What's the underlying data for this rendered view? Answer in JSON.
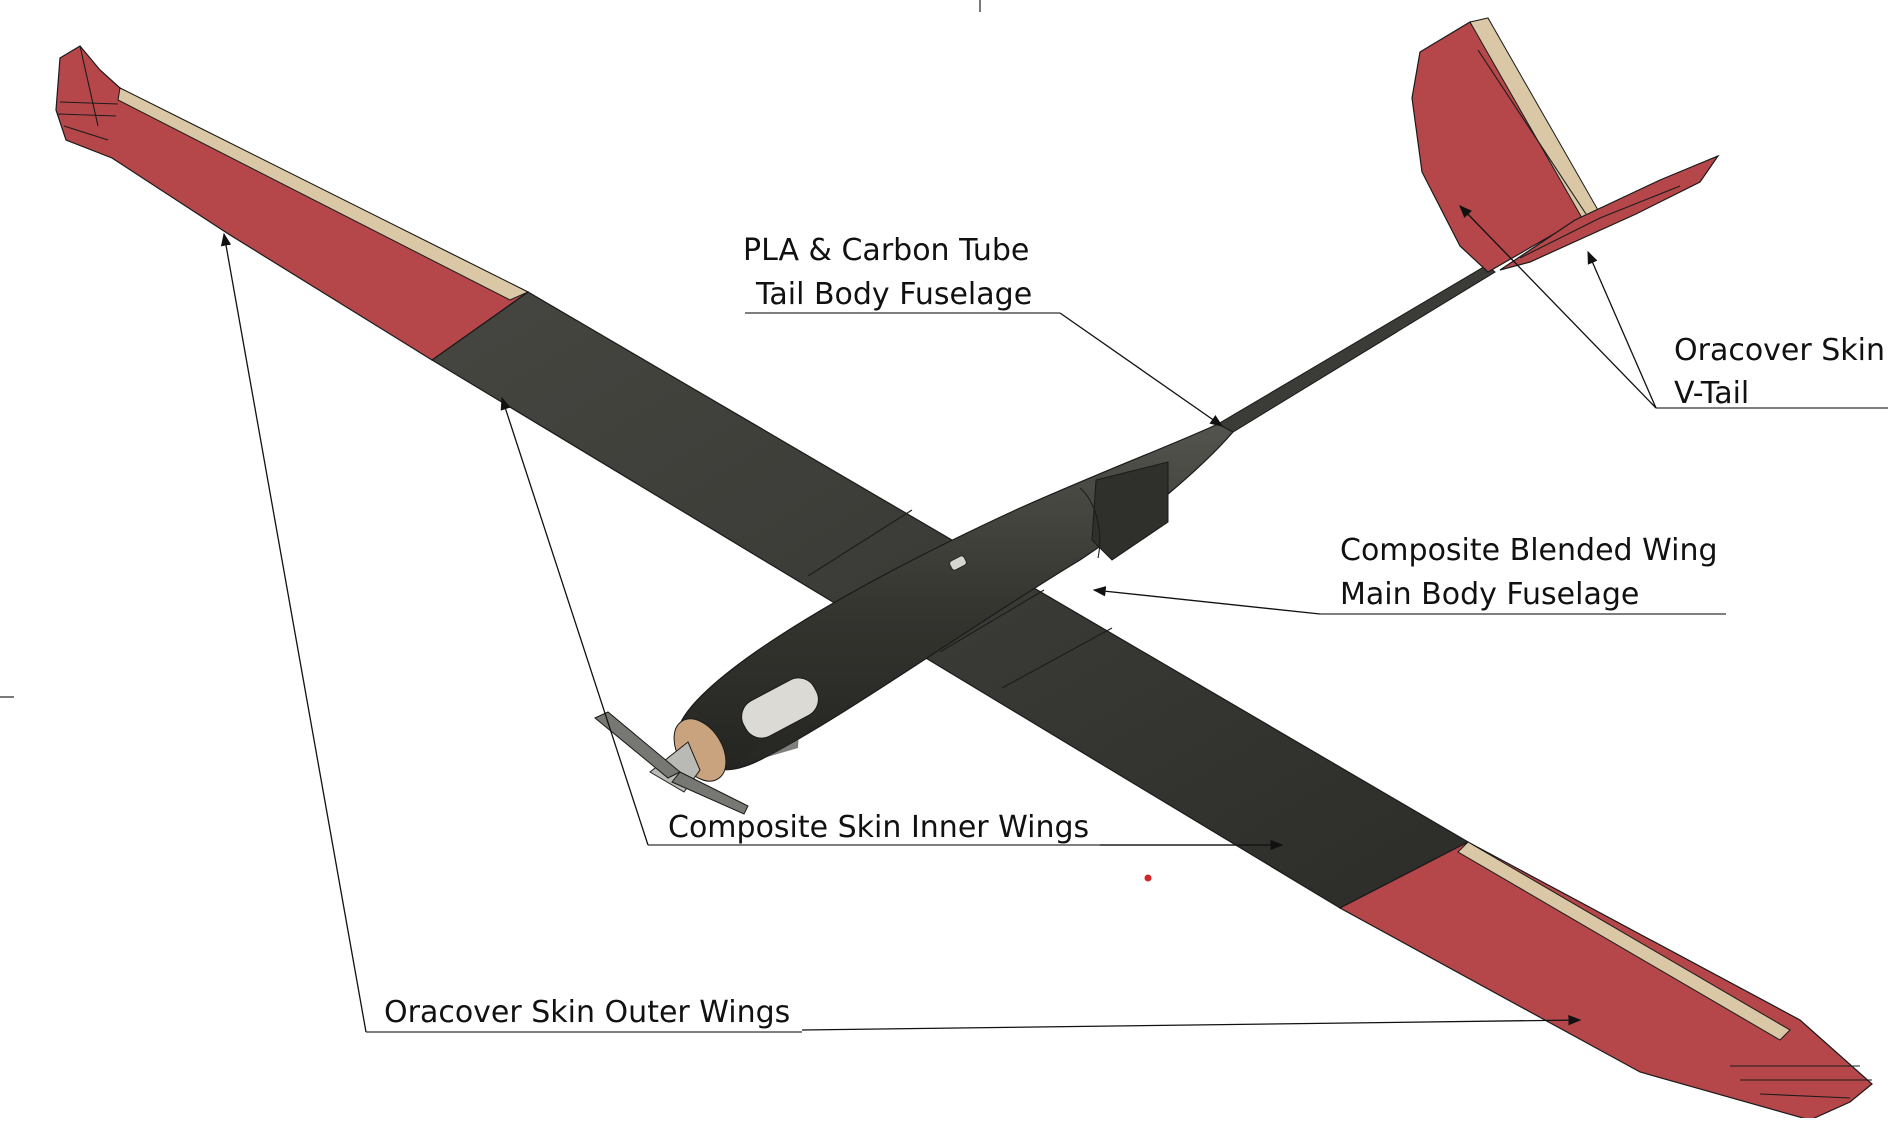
{
  "colors": {
    "oracover_red": "#b5474a",
    "carbon": "#3a3a36",
    "balsa": "#d9c7a6",
    "line": "#111111"
  },
  "labels": {
    "tail_body_fuselage": {
      "line1": "PLA & Carbon Tube",
      "line2": "Tail Body Fuselage"
    },
    "v_tail_skin": {
      "line1": "Oracover Skin",
      "line2": "V-Tail"
    },
    "main_body_fuselage": {
      "line1": "Composite Blended Wing",
      "line2": "Main Body Fuselage"
    },
    "inner_wings": {
      "line1": "Composite Skin Inner Wings"
    },
    "outer_wings": {
      "line1": "Oracover Skin Outer Wings"
    }
  }
}
